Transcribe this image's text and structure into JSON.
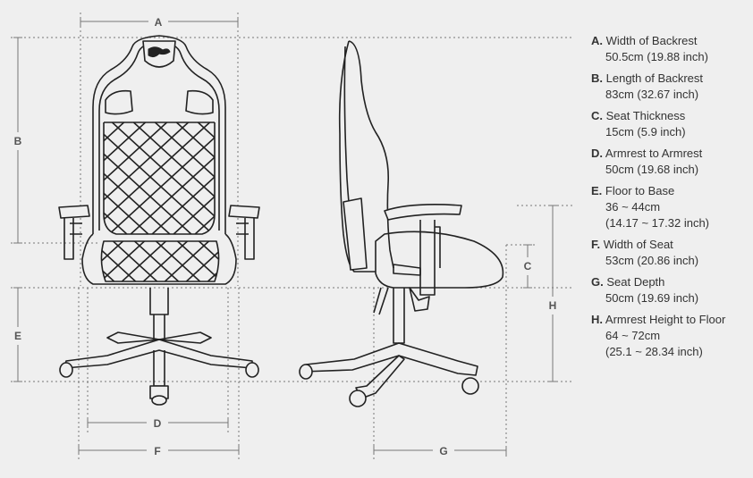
{
  "dimension_letters": {
    "a": "A",
    "b": "B",
    "c": "C",
    "d": "D",
    "e": "E",
    "f": "F",
    "g": "G",
    "h": "H"
  },
  "specs": [
    {
      "letter": "A.",
      "name": "Width of Backrest",
      "values": [
        "50.5cm (19.88 inch)"
      ]
    },
    {
      "letter": "B.",
      "name": "Length of Backrest",
      "values": [
        "83cm (32.67 inch)"
      ]
    },
    {
      "letter": "C.",
      "name": "Seat Thickness",
      "values": [
        "15cm (5.9 inch)"
      ]
    },
    {
      "letter": "D.",
      "name": "Armrest to Armrest",
      "values": [
        "50cm (19.68 inch)"
      ]
    },
    {
      "letter": "E.",
      "name": "Floor to Base",
      "values": [
        "36 ~ 44cm",
        "(14.17 ~ 17.32 inch)"
      ]
    },
    {
      "letter": "F.",
      "name": "Width of Seat",
      "values": [
        "53cm (20.86 inch)"
      ]
    },
    {
      "letter": "G.",
      "name": "Seat Depth",
      "values": [
        "50cm (19.69 inch)"
      ]
    },
    {
      "letter": "H.",
      "name": "Armrest Height to Floor",
      "values": [
        "64 ~ 72cm",
        "(25.1 ~ 28.34 inch)"
      ]
    }
  ],
  "colors": {
    "background": "#efefef",
    "line": "#222222",
    "dimension": "#777777",
    "text": "#333333"
  }
}
